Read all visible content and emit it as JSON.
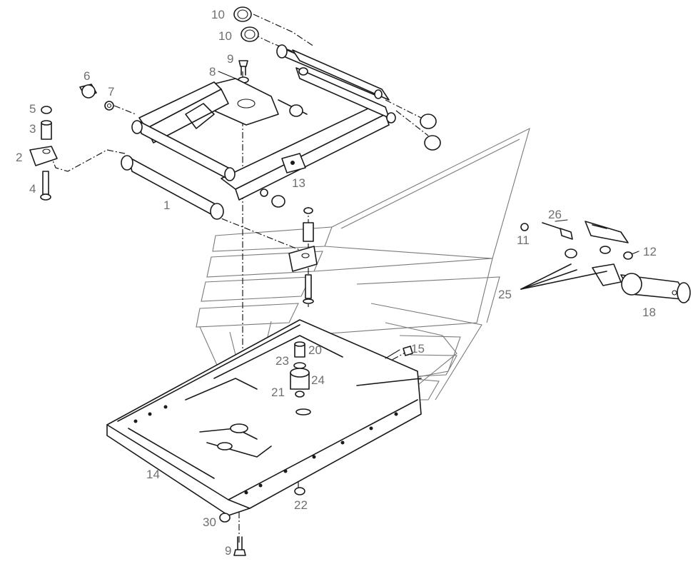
{
  "diagram": {
    "callouts": [
      {
        "id": "c10a",
        "text": "10"
      },
      {
        "id": "c10b",
        "text": "10"
      },
      {
        "id": "c9a",
        "text": "9"
      },
      {
        "id": "c8",
        "text": "8"
      },
      {
        "id": "c6",
        "text": "6"
      },
      {
        "id": "c7",
        "text": "7"
      },
      {
        "id": "c5",
        "text": "5"
      },
      {
        "id": "c3",
        "text": "3"
      },
      {
        "id": "c2",
        "text": "2"
      },
      {
        "id": "c4",
        "text": "4"
      },
      {
        "id": "c1",
        "text": "1"
      },
      {
        "id": "c13",
        "text": "13"
      },
      {
        "id": "c26",
        "text": "26"
      },
      {
        "id": "c11",
        "text": "11"
      },
      {
        "id": "c12",
        "text": "12"
      },
      {
        "id": "c25",
        "text": "25"
      },
      {
        "id": "c18",
        "text": "18"
      },
      {
        "id": "c20",
        "text": "20"
      },
      {
        "id": "c15",
        "text": "15"
      },
      {
        "id": "c23",
        "text": "23"
      },
      {
        "id": "c24",
        "text": "24"
      },
      {
        "id": "c21",
        "text": "21"
      },
      {
        "id": "c14",
        "text": "14"
      },
      {
        "id": "c22",
        "text": "22"
      },
      {
        "id": "c30",
        "text": "30"
      },
      {
        "id": "c9b",
        "text": "9"
      }
    ]
  },
  "colors": {
    "line": "#1a1a1a",
    "callout_text": "#6f6f6f",
    "watermark": "#7a7a7a",
    "background": "#ffffff"
  }
}
